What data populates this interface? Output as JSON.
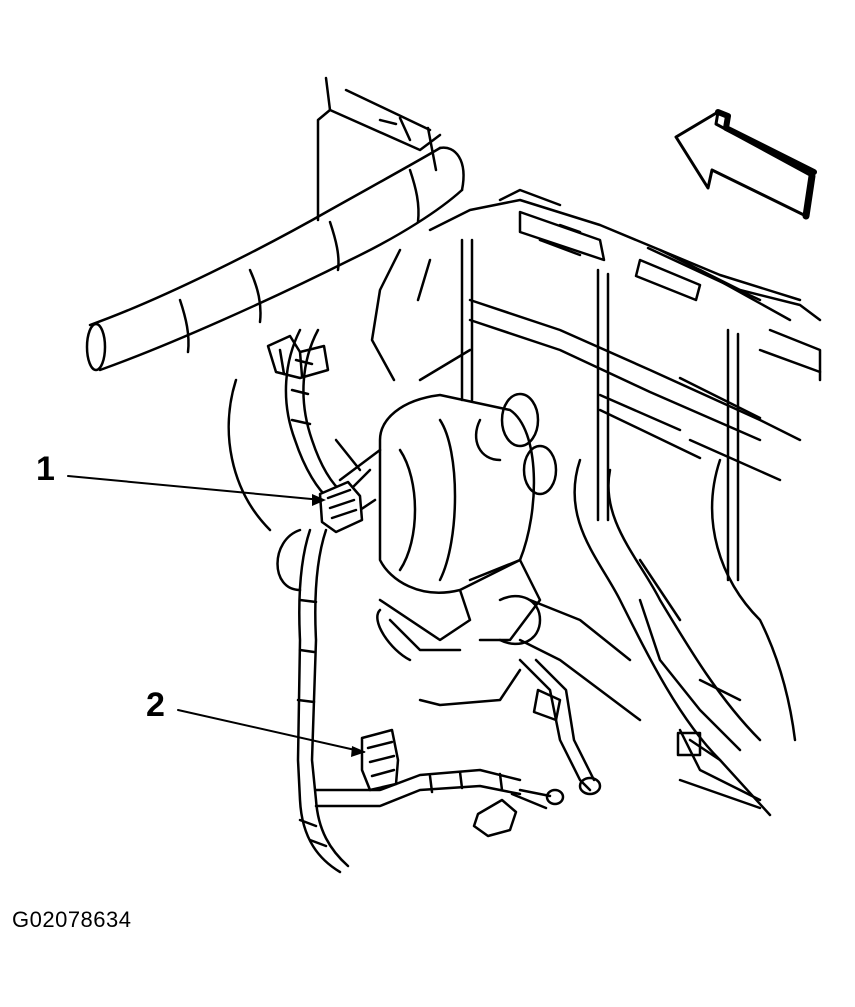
{
  "callouts": [
    {
      "label": "1"
    },
    {
      "label": "2"
    }
  ],
  "figure_id": "G02078634",
  "colors": {
    "ink": "#000000",
    "paper": "#ffffff"
  },
  "icons": [
    "direction-arrow-icon",
    "bolt-icon"
  ]
}
